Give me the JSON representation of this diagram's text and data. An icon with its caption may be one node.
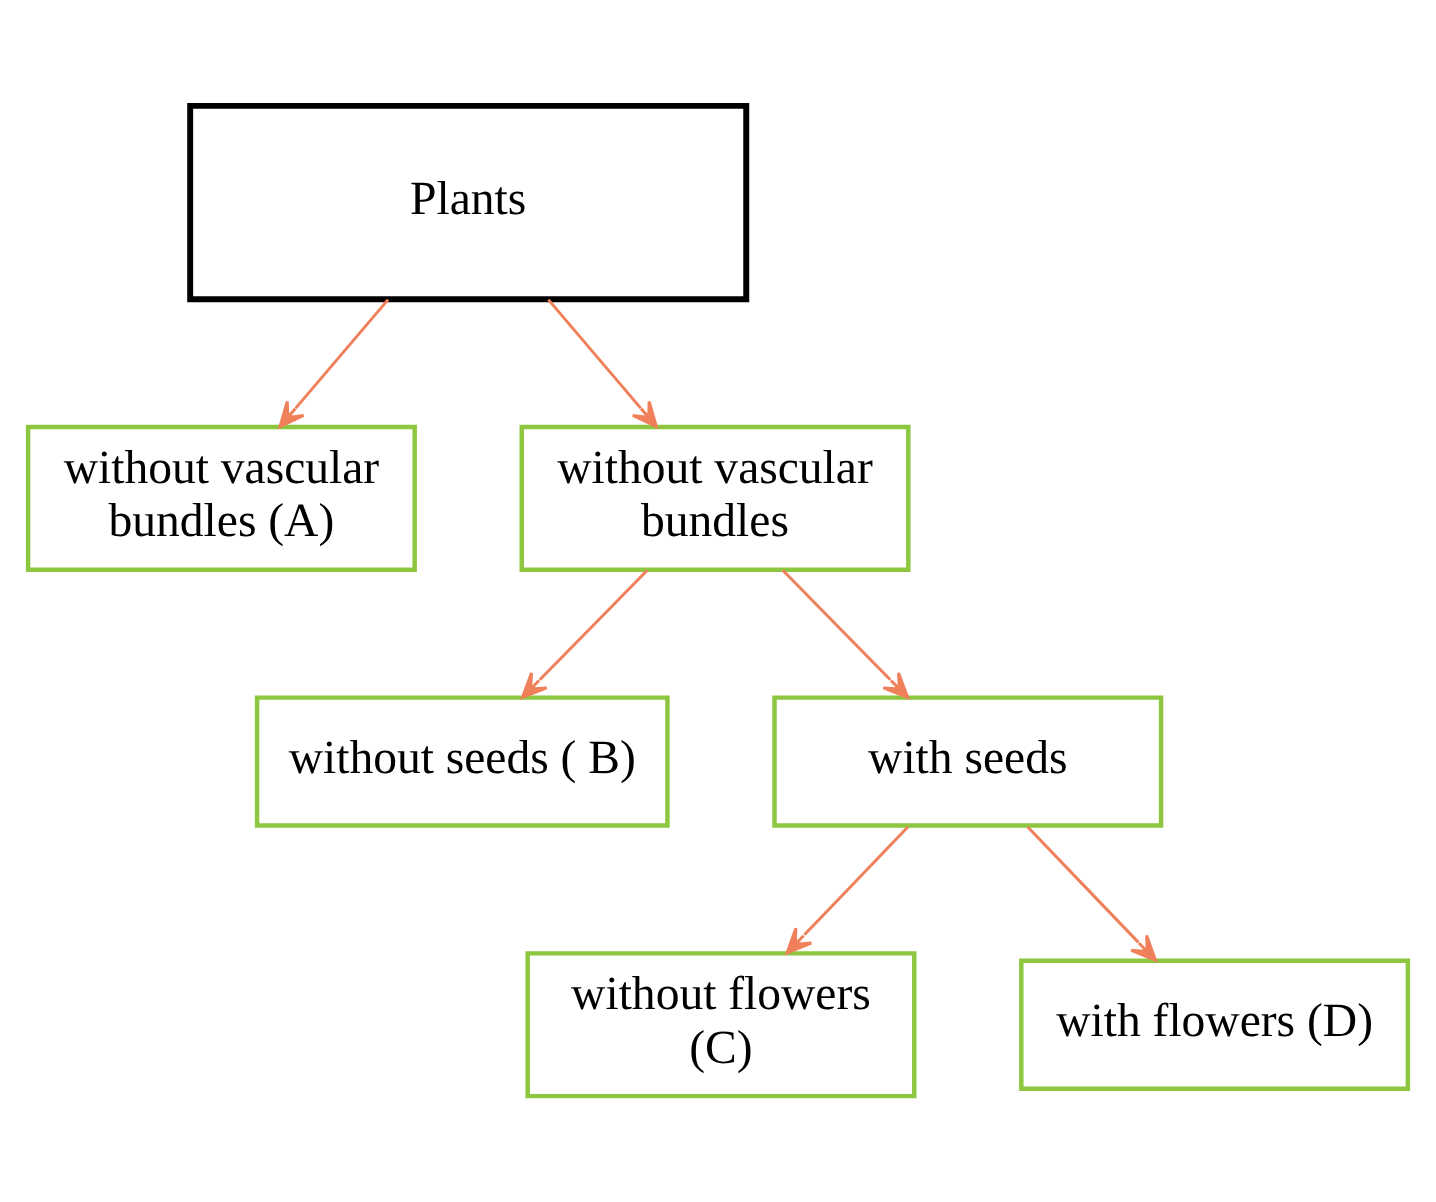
{
  "diagram": {
    "nodes": [
      {
        "text": [
          "Plants"
        ]
      },
      {
        "text": [
          "without vascular bundles (A)"
        ]
      },
      {
        "text": [
          "without vascular bundles"
        ]
      },
      {
        "text": [
          "without seeds ( B)"
        ]
      },
      {
        "text": [
          "with seeds"
        ]
      },
      {
        "text": [
          "without flowers (C)"
        ]
      },
      {
        "text": [
          "with flowers (D)"
        ]
      }
    ],
    "edges": [
      {
        "from": 0,
        "to": 1,
        "arrow": "to"
      },
      {
        "from": 0,
        "to": 2,
        "arrow": "to"
      },
      {
        "from": 2,
        "to": 3,
        "arrow": "to"
      },
      {
        "from": 2,
        "to": 4,
        "arrow": "to"
      },
      {
        "from": 4,
        "to": 5,
        "arrow": "to"
      },
      {
        "from": 4,
        "to": 6,
        "arrow": "to"
      }
    ]
  }
}
